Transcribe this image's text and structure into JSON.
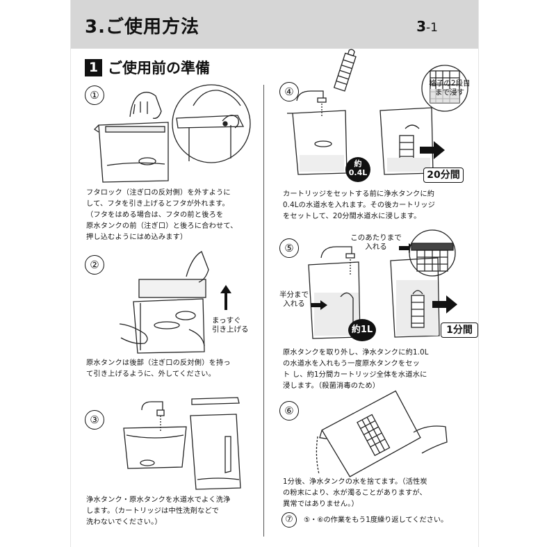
{
  "header": {
    "title": "3.ご使用方法",
    "page_main": "3",
    "page_sub": "-1"
  },
  "section": {
    "number": "1",
    "title": "ご使用前の準備"
  },
  "steps": [
    {
      "num": "①",
      "text": "フタロック（注ぎ口の反対側）を外すように\nして、フタを引き上げるとフタが外れます。\n（フタをはめる場合は、フタの前と後ろを\n原水タンクの前（注ぎ口）と後ろに合わせて、\n押し込むようにはめ込みます）"
    },
    {
      "num": "②",
      "text": "原水タンクは後部（注ぎ口の反対側）を持っ\nて引き上げるように、外してください。",
      "callout": "まっすぐ\n引き上げる"
    },
    {
      "num": "③",
      "text": "浄水タンク・原水タンクを水道水でよく洗浄\nします。（カートリッジは中性洗剤などで\n洗わないでください。）"
    },
    {
      "num": "④",
      "text": "カートリッジをセットする前に浄水タンクに約\n0.4Lの水道水を入れます。その後カートリッジ\nをセットして、20分間水道水に浸します。",
      "callout": "格子の2段目\nまで浸す",
      "badge_top": "約",
      "badge_bottom": "0.4L",
      "time": "20分間"
    },
    {
      "num": "⑤",
      "text": "原水タンクを取り外し、浄水タンクに約1.0L\nの水道水を入れもう一度原水タンクをセッ\nト し、約1分間カートリッジ全体を水道水に\n浸します。（殺菌消毒のため）",
      "callout_top": "このあたりまで\n入れる",
      "callout_left": "半分まで\n入れる",
      "badge": "約1L",
      "time": "1分間"
    },
    {
      "num": "⑥",
      "text": "1分後、浄水タンクの水を捨てます。（活性炭\nの粉末により、水が濁ることがありますが、\n異常ではありません。）"
    },
    {
      "num": "⑦",
      "text": "⑤・⑥の作業をもう1度繰り返してください。"
    }
  ]
}
